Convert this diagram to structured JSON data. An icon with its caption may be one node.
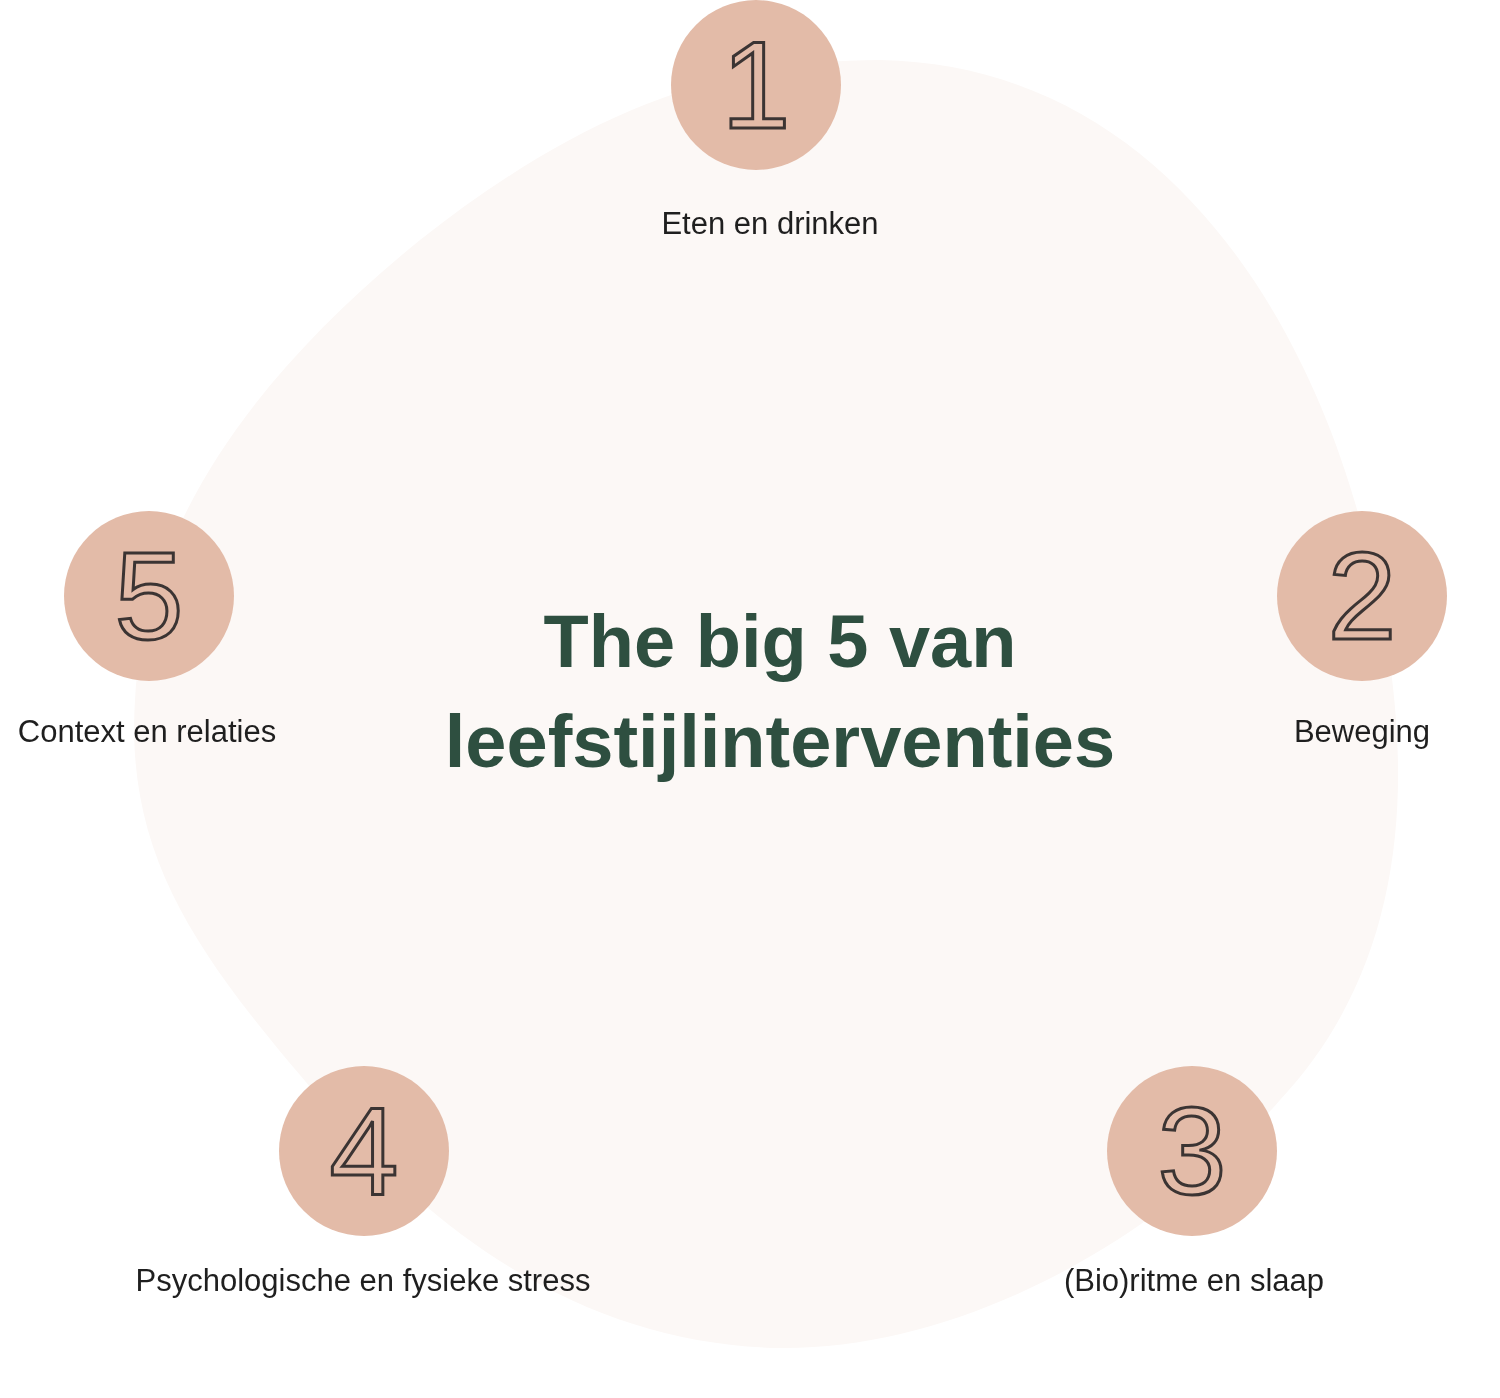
{
  "diagram": {
    "title": "The big 5 van leefstijlinterventies",
    "nodes": [
      {
        "text": [
          "1"
        ],
        "beside": [
          "Eten en drinken"
        ]
      },
      {
        "text": [
          "2"
        ],
        "beside": [
          "Beweging"
        ]
      },
      {
        "text": [
          "3"
        ],
        "beside": [
          "(Bio)ritme en slaap"
        ]
      },
      {
        "text": [
          "4"
        ],
        "beside": [
          "Psychologische en fysieke stress"
        ]
      },
      {
        "text": [
          "5"
        ],
        "beside": [
          "Context en relaties"
        ]
      }
    ]
  }
}
